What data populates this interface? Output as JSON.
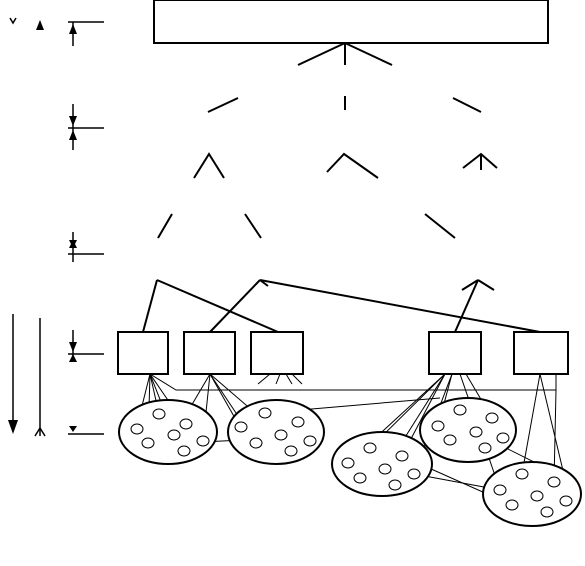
{
  "diagram": {
    "kind": "hierarchical network diagram",
    "colors": {
      "stroke": "#000000",
      "background": "#ffffff",
      "node_fill": "#ffffff"
    },
    "levels": [
      {
        "name": "top-node",
        "count": 1
      },
      {
        "name": "branch-level-1",
        "count": 3
      },
      {
        "name": "branch-level-2",
        "count": 3
      },
      {
        "name": "branch-level-3",
        "count": 3
      },
      {
        "name": "hub-level",
        "count": 2
      },
      {
        "name": "leaf-boxes",
        "count": 5
      },
      {
        "name": "clusters",
        "count": 5
      }
    ],
    "cluster_sizes": [
      7,
      7,
      7,
      7,
      7
    ],
    "text": []
  }
}
